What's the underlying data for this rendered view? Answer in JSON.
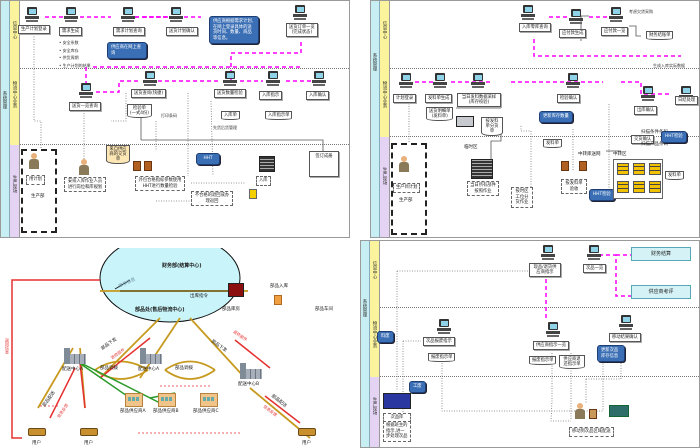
{
  "colors": {
    "flow_magenta": "#ff00ff",
    "lane_info": "#c6eef3",
    "lane_logistics": "#fbf49c",
    "lane_site": "#e4d3f2",
    "callout_blue": "#3b6fb5",
    "arrow_red": "#e53030",
    "arrow_gold": "#c79a1f",
    "arrow_green": "#2a9a2a",
    "ellipse_fill": "#c8f4fa"
  },
  "panel1": {
    "lanes": {
      "outer": "系统管理",
      "info": "信息中心",
      "logistics": "物流中心业务",
      "site": "生产现场"
    },
    "info_nodes": [
      "生产计划登录",
      "需求生成",
      "需求计划查询",
      "送货计划确认",
      "送货订单一览\n(完成状态)"
    ],
    "demand_bullets": [
      "• 安全系数",
      "• 安全库存",
      "• 供货周期",
      "• 生产计划的结果"
    ],
    "callout_supplier": "供应商在网上查询",
    "callout_plan": "供应商根据需求计划,在网上登录具体的送货时间、数量、商品等信息。",
    "logistics_nodes": [
      "送货一览查询",
      "送货查询(快捷)",
      "送货数量检验",
      "入库指示",
      "入库确认"
    ],
    "docs": [
      "检验单\n(一式4份)",
      "打印条码",
      "入库单",
      "入库指示单"
    ],
    "note_label": "先货后货管理",
    "site_items": {
      "prod_plan": "用计划",
      "prod_dept": "生产部",
      "worker_note": "安排入库作业人员进行岗位和库规划",
      "supplier_doc": "来自供应商的交货单",
      "check_note": "外包合格指标参数使用HHT进行数量检验",
      "hht": "HHT",
      "reject_note": "不合格的退回或办理返回",
      "storage": "入库",
      "sign": "签订成册"
    }
  },
  "panel2": {
    "lanes": {
      "outer": "系统管理",
      "info": "信息中心",
      "logistics": "物流中心业务",
      "site": "生产现场"
    },
    "info_nodes": [
      "入库零库查询",
      "应付款生成",
      "应付款一览",
      "财务结账单"
    ],
    "info_note": "考虑欠贷采购",
    "gen_note": "生成入库实际数据",
    "logistics_nodes": [
      "计划登录",
      "发料单生成",
      "当日发料数据采样(库存校验)",
      "检验确认",
      "出库确认",
      "日结处理"
    ],
    "docs": [
      "送货明细单\n(发料单)",
      "按发料单分货单",
      "发料单",
      "发料单",
      "交货确认"
    ],
    "callouts": [
      "更新库存数量",
      "HHT检验",
      "HHT检验"
    ],
    "site_items": {
      "prod_plan": "生产目计划",
      "prod_dept": "生产部",
      "area_label": "临时区",
      "sort_note": "当日所有部件按照作业",
      "pick_note": "按时区工位分货作业",
      "verify": "按发料单验收",
      "area2": "中转库送网",
      "area3": "中转区",
      "scan1": "扫描条件条码",
      "scan2": "扫描产品条码"
    }
  },
  "panel3": {
    "ellipse_title": "财务部(结算中心)",
    "ellipse_sub": "部品处(售后物流中心)",
    "ellipse_inner": "库存信息",
    "dispatch_label": "出库指令",
    "warehouse": "部品库房",
    "inbound": "部品入库",
    "workshop": "部品车间",
    "centers": [
      "配送中心A",
      "配送中心A",
      "配送中心B"
    ],
    "suppliers": [
      "部品供应商A",
      "部品供应商B",
      "部品供应商C"
    ],
    "transfer": [
      "部品调拨",
      "部品调拨"
    ],
    "customers": [
      "用户",
      "用户",
      "用户"
    ],
    "flows": {
      "down": "部品下发",
      "up": "返修部件",
      "deliver": "部品配送",
      "feedback": "信息反馈",
      "return_left": "返回信息"
    }
  },
  "panel4": {
    "lanes": {
      "outer": "系统管理",
      "info": "信息中心",
      "logistics": "物流中心业务",
      "site": "生产现场"
    },
    "info_nodes": [
      "现品/退货供应商指示",
      "次品一览"
    ],
    "teal_boxes": [
      "财务结算",
      "供应商考评"
    ],
    "logistics_nodes": [
      "次品报废指示",
      "供应商指示一览",
      "移动结果确认"
    ],
    "docs": [
      "报废指示单",
      "报废指示单",
      "供应商退还指示单"
    ],
    "callouts": [
      "料废",
      "工废",
      "更新次品库存信息"
    ],
    "site_items": {
      "warehouse": "次品库",
      "note": "根据班主的指示,进一步处理次品",
      "move": "移动到次品区域配送"
    }
  }
}
